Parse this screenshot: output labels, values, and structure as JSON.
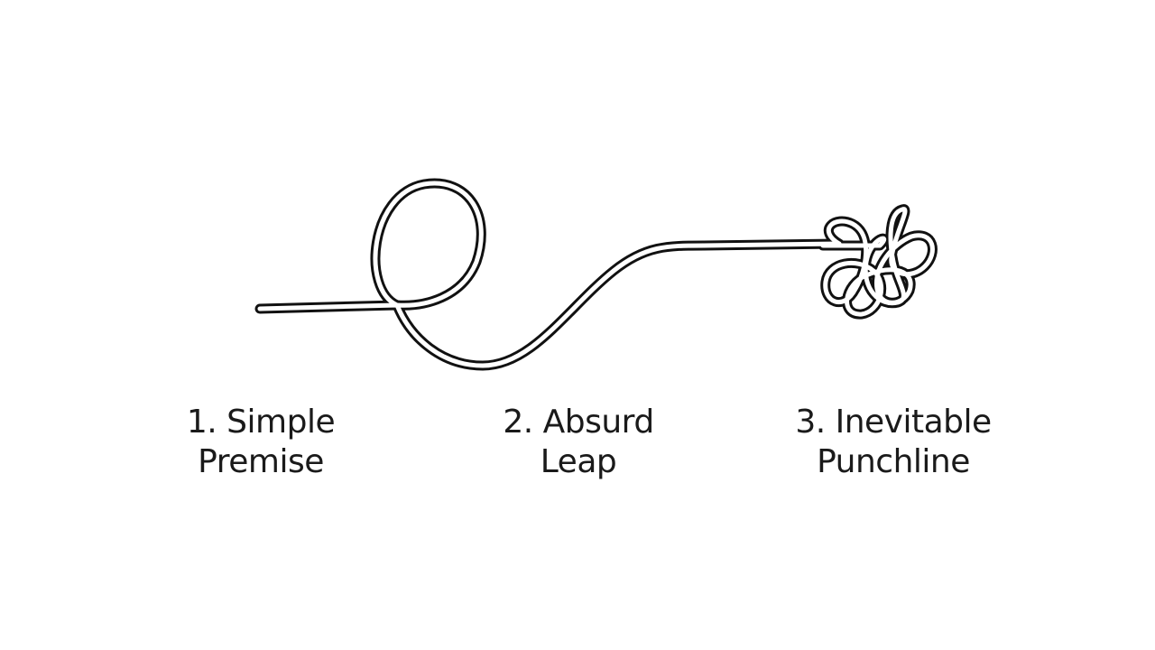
{
  "steps": [
    {
      "line1": "1. Simple",
      "line2": "Premise"
    },
    {
      "line1": "2. Absurd",
      "line2": "Leap"
    },
    {
      "line1": "3. Inevitable",
      "line2": "Punchline"
    }
  ],
  "colors": {
    "rope_outline": "#111111",
    "rope_fill": "#ffffff",
    "text": "#1a1a1a",
    "background": "#ffffff"
  }
}
